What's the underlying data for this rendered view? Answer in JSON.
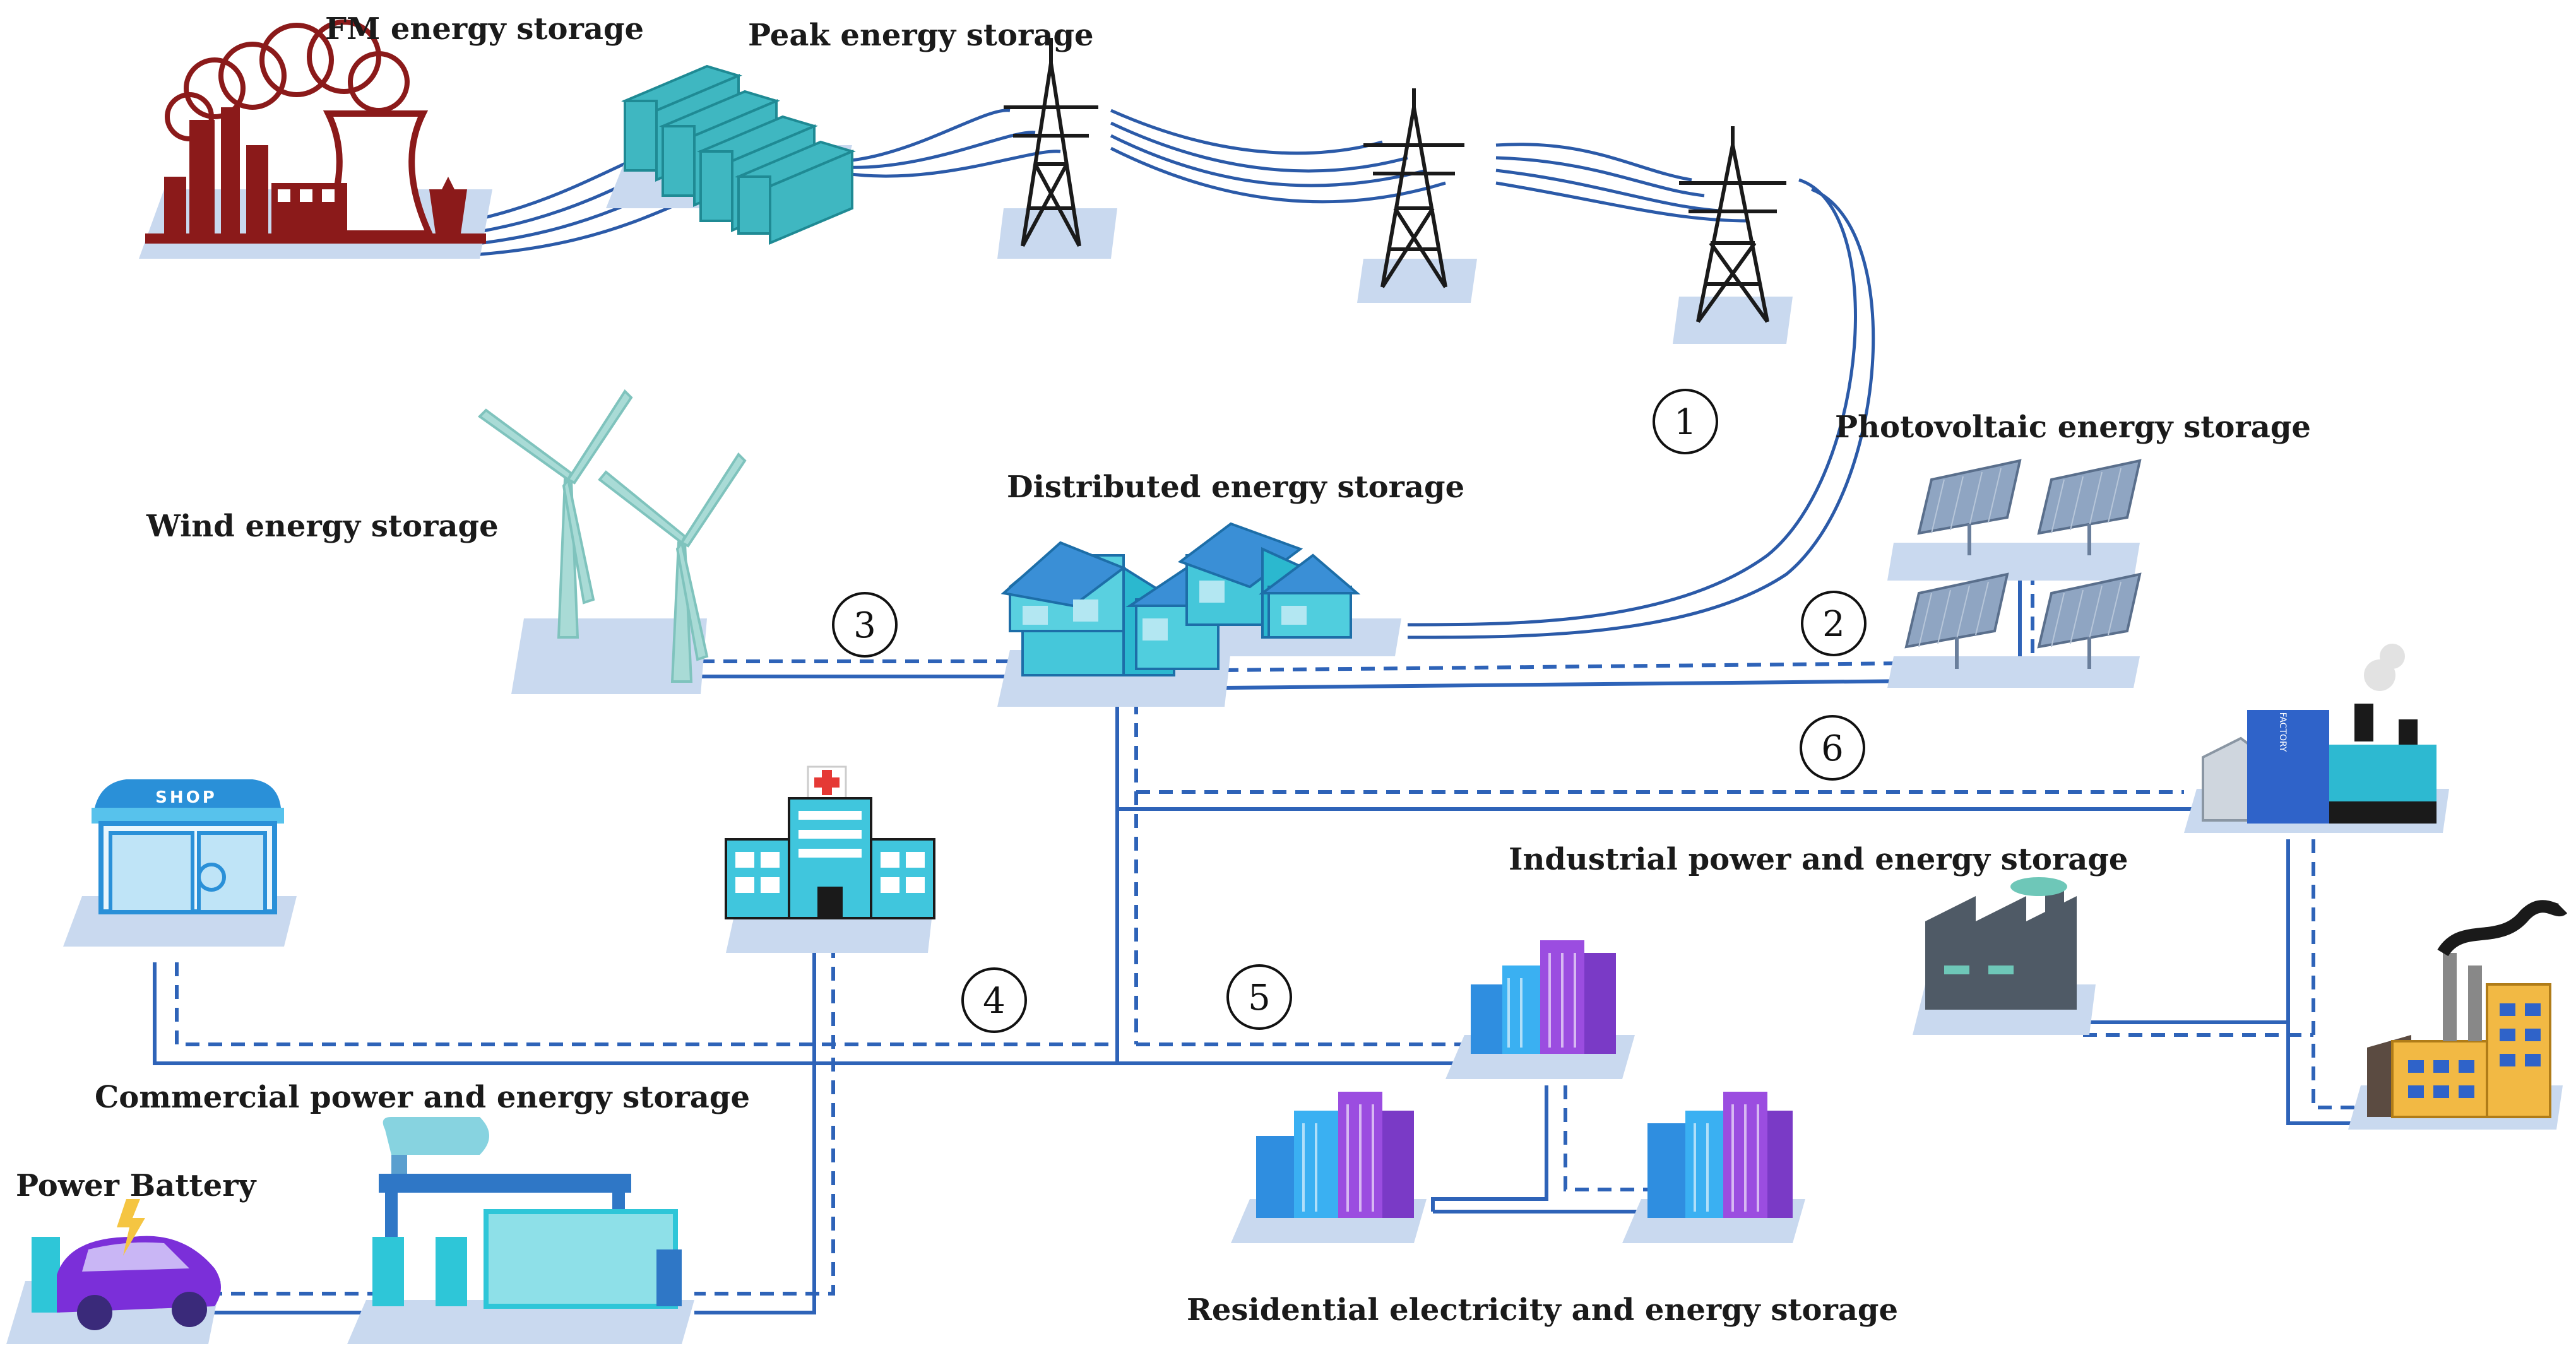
{
  "labels": {
    "fm": "FM energy storage",
    "peak": "Peak energy storage",
    "wind": "Wind energy storage",
    "distributed": "Distributed energy storage",
    "photovoltaic": "Photovoltaic energy storage",
    "industrial": "Industrial power and energy storage",
    "commercial": "Commercial power and energy storage",
    "battery": "Power Battery",
    "residential": "Residential electricity and energy storage"
  },
  "markers": [
    "1",
    "2",
    "3",
    "4",
    "5",
    "6"
  ],
  "signs": {
    "shop": "SHOP",
    "factory": "FACTORY"
  },
  "colors": {
    "line": "#2e63b8",
    "platform": "#c9d9ef",
    "teal": "#3fc6d6",
    "plant": "#8b1a1a"
  }
}
